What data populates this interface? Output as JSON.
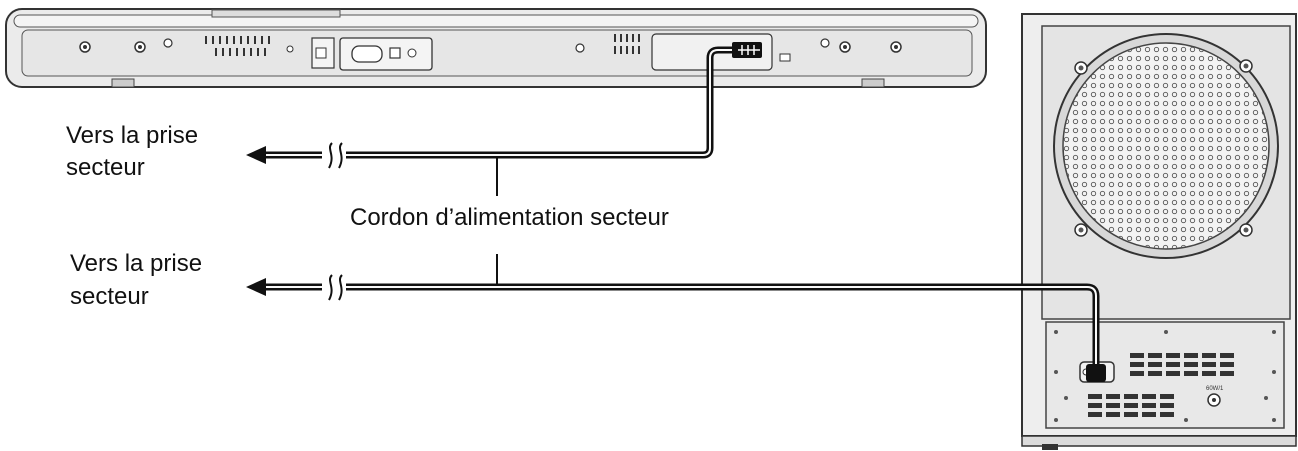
{
  "labels": {
    "outlet_top_line1": "Vers la prise",
    "outlet_top_line2": "secteur",
    "cord": "Cordon d’alimentation secteur",
    "outlet_bottom_line1": "Vers la prise",
    "outlet_bottom_line2": "secteur"
  },
  "subwoofer_panel_text": "60W/1",
  "colors": {
    "line": "#111111",
    "device_fill": "#ebebeb",
    "device_stroke": "#333333",
    "background": "#ffffff"
  }
}
